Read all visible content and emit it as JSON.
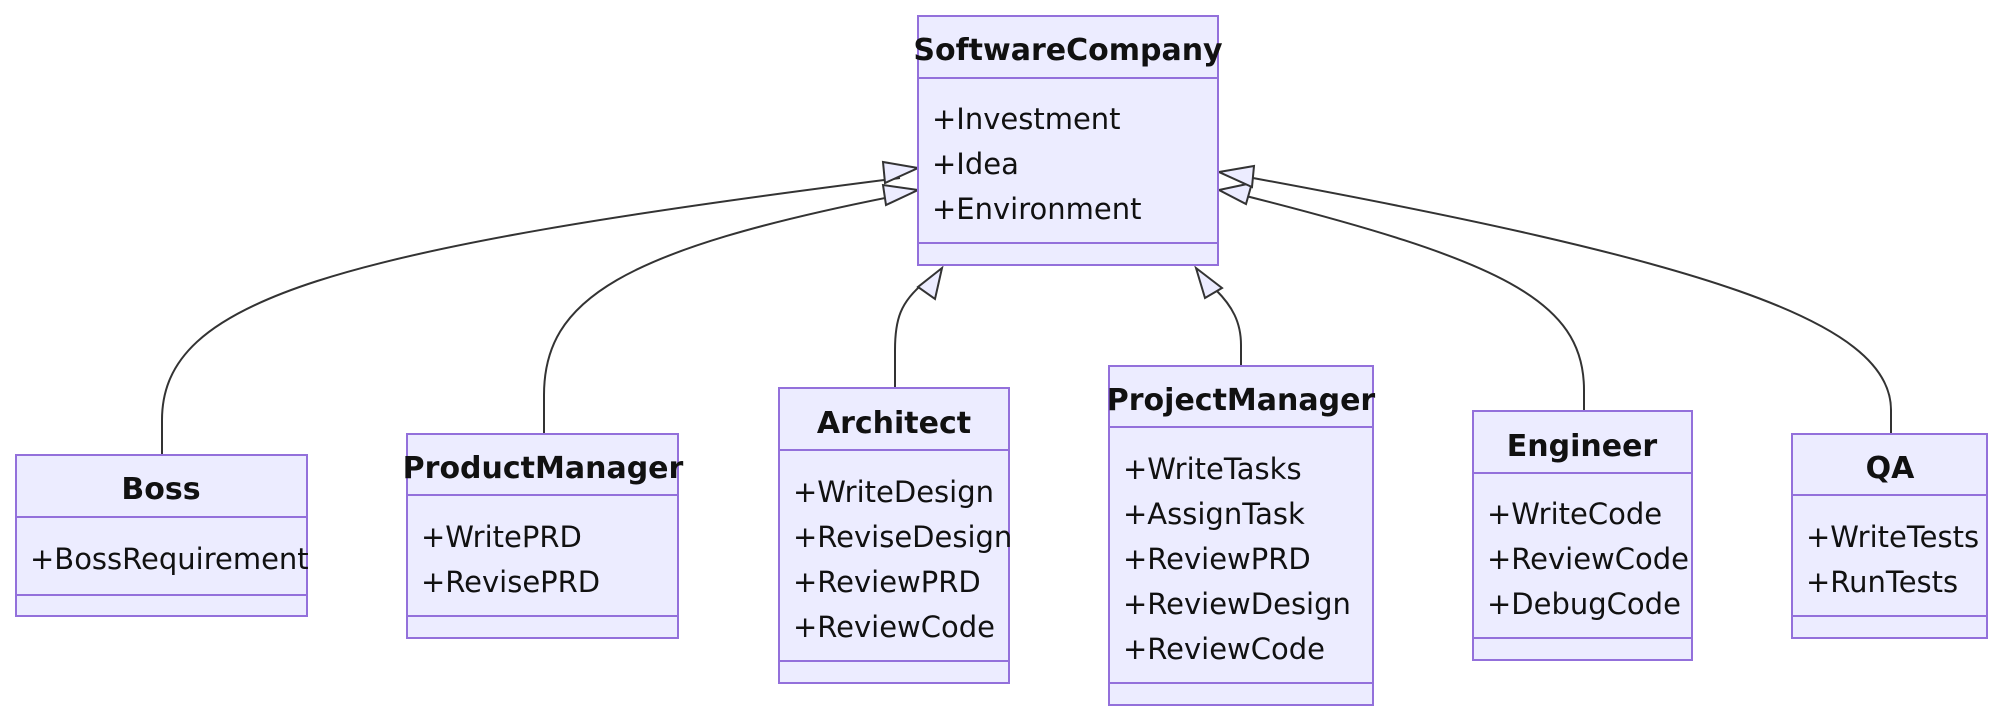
{
  "diagram": {
    "type": "class-diagram",
    "colors": {
      "class_fill": "#ececff",
      "class_border": "#9370db",
      "edge": "#333333",
      "text": "#111111"
    },
    "parent": {
      "id": "softwarecompany",
      "name": "SoftwareCompany",
      "members": [
        "+Investment",
        "+Idea",
        "+Environment"
      ]
    },
    "children": [
      {
        "id": "boss",
        "name": "Boss",
        "members": [
          "+BossRequirement"
        ]
      },
      {
        "id": "productmanager",
        "name": "ProductManager",
        "members": [
          "+WritePRD",
          "+RevisePRD"
        ]
      },
      {
        "id": "architect",
        "name": "Architect",
        "members": [
          "+WriteDesign",
          "+ReviseDesign",
          "+ReviewPRD",
          "+ReviewCode"
        ]
      },
      {
        "id": "projectmanager",
        "name": "ProjectManager",
        "members": [
          "+WriteTasks",
          "+AssignTask",
          "+ReviewPRD",
          "+ReviewDesign",
          "+ReviewCode"
        ]
      },
      {
        "id": "engineer",
        "name": "Engineer",
        "members": [
          "+WriteCode",
          "+ReviewCode",
          "+DebugCode"
        ]
      },
      {
        "id": "qa",
        "name": "QA",
        "members": [
          "+WriteTests",
          "+RunTests"
        ]
      }
    ],
    "relations": [
      {
        "from": "boss",
        "to": "softwarecompany",
        "kind": "inheritance"
      },
      {
        "from": "productmanager",
        "to": "softwarecompany",
        "kind": "inheritance"
      },
      {
        "from": "architect",
        "to": "softwarecompany",
        "kind": "inheritance"
      },
      {
        "from": "projectmanager",
        "to": "softwarecompany",
        "kind": "inheritance"
      },
      {
        "from": "engineer",
        "to": "softwarecompany",
        "kind": "inheritance"
      },
      {
        "from": "qa",
        "to": "softwarecompany",
        "kind": "inheritance"
      }
    ]
  }
}
